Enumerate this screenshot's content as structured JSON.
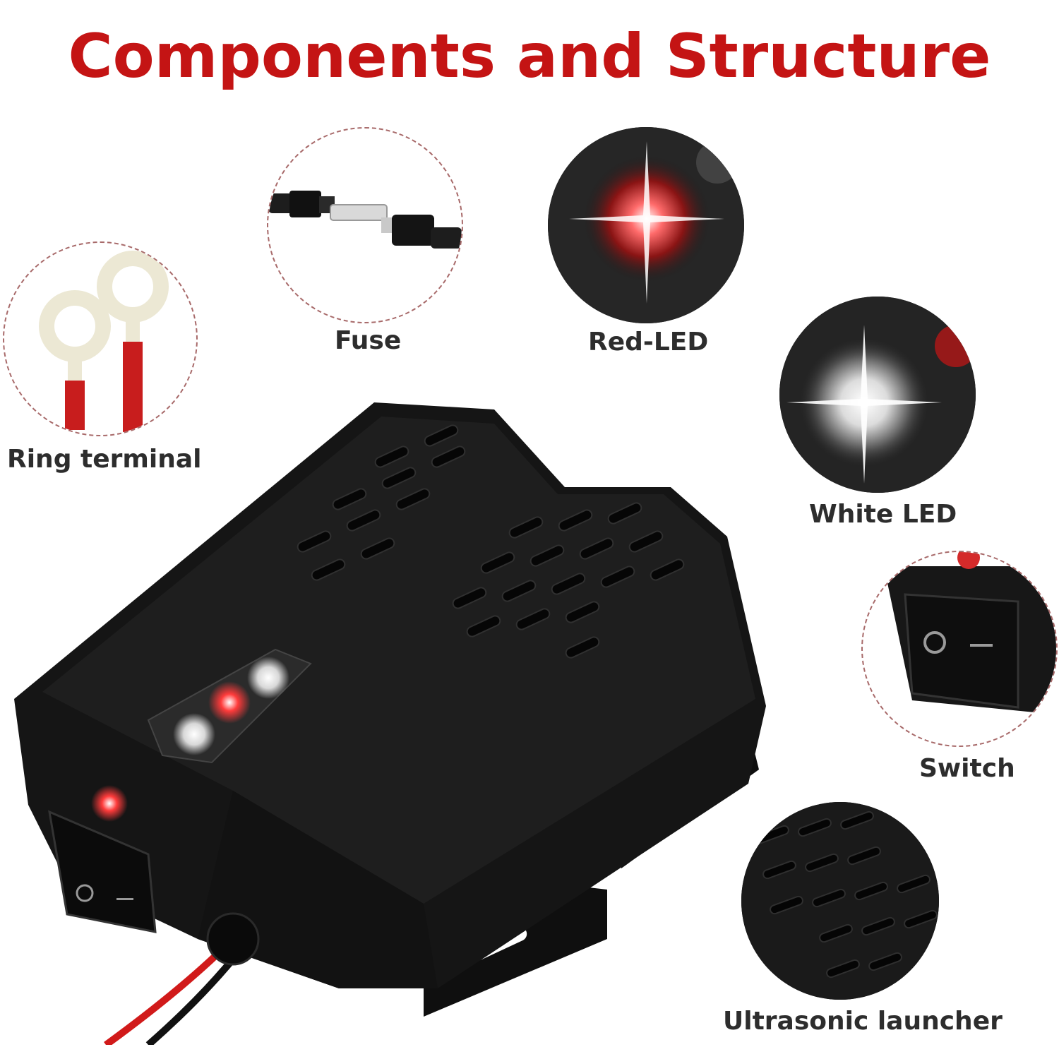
{
  "title": "Components and Structure",
  "components": {
    "ring_terminal": "Ring terminal",
    "fuse": "Fuse",
    "red_led": "Red-LED",
    "white_led": "White LED",
    "switch": "Switch",
    "ultrasonic_launcher": "Ultrasonic launcher"
  },
  "colors": {
    "title": "#c41414",
    "label": "#2d2d2d",
    "device_body": "#141414",
    "wire_red": "#d11a1a"
  }
}
